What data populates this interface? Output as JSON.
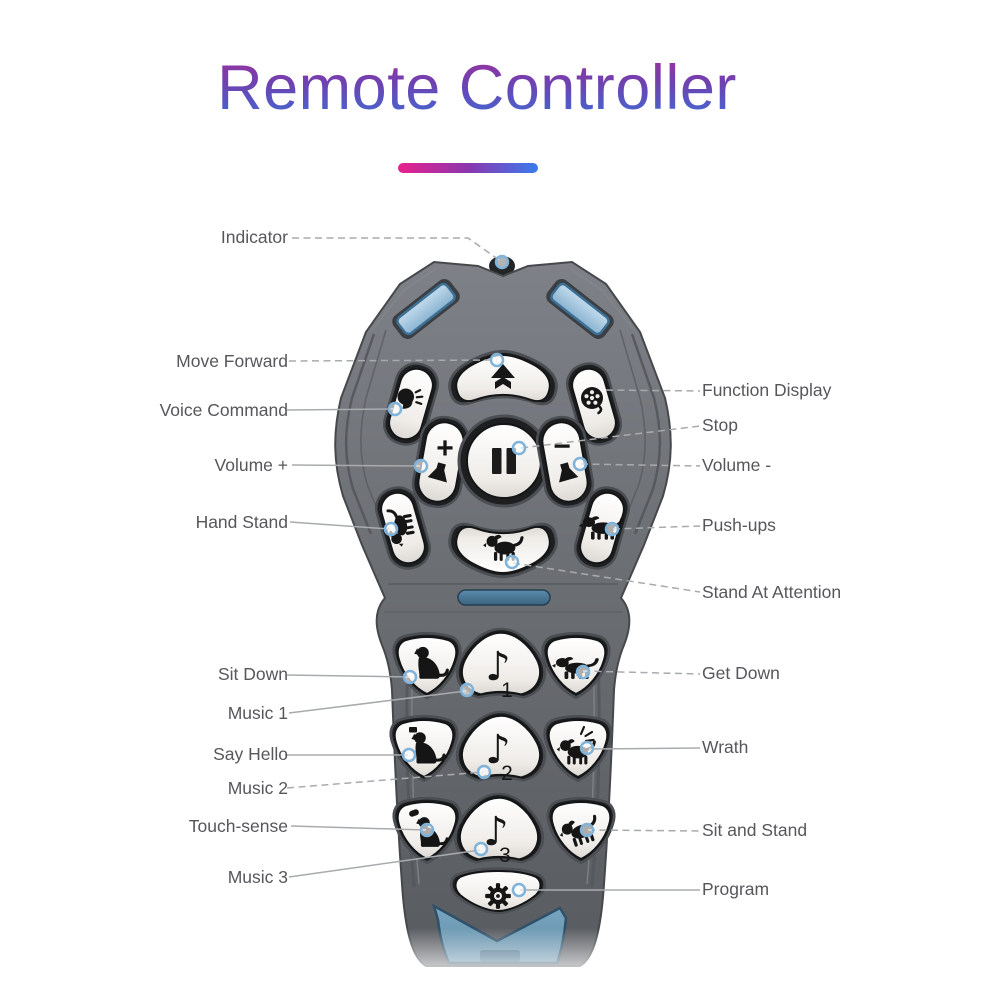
{
  "header": {
    "title": "Remote Controller"
  },
  "callouts": {
    "left": [
      {
        "text": "Indicator"
      },
      {
        "text": "Move Forward"
      },
      {
        "text": "Voice Command"
      },
      {
        "text": "Volume +"
      },
      {
        "text": "Hand Stand"
      },
      {
        "text": "Sit Down"
      },
      {
        "text": "Music 1"
      },
      {
        "text": "Say Hello"
      },
      {
        "text": "Music 2"
      },
      {
        "text": "Touch-sense"
      },
      {
        "text": "Music 3"
      }
    ],
    "right": [
      {
        "text": "Function Display"
      },
      {
        "text": "Stop"
      },
      {
        "text": "Volume -"
      },
      {
        "text": "Push-ups"
      },
      {
        "text": "Stand At Attention"
      },
      {
        "text": "Get Down"
      },
      {
        "text": "Wrath"
      },
      {
        "text": "Sit and Stand"
      },
      {
        "text": "Program"
      }
    ]
  },
  "remote": {
    "glyphs": {
      "volume_plus": "+",
      "volume_minus": "−",
      "music_note": "♪",
      "music1_digit": "1",
      "music2_digit": "2",
      "music3_digit": "3"
    },
    "icons": {
      "indicator": "led-dome",
      "move_forward": "double-up-arrow",
      "voice_command": "talking-head",
      "function_display": "film-reel",
      "volume_plus": "plus-speaker",
      "stop": "pause-bars",
      "volume_minus": "minus-speaker",
      "hand_stand": "dog-handstand",
      "push_ups": "dog-pushup",
      "stand_at_attention": "dog-standing",
      "sit_down": "dog-sitting",
      "music_1": "music-note-1",
      "get_down": "dog-lying",
      "say_hello": "dog-greeting",
      "music_2": "music-note-2",
      "wrath": "dog-angry",
      "touch_sense": "dog-touch-hand",
      "music_3": "music-note-3",
      "sit_and_stand": "dog-rearing",
      "program": "gear"
    },
    "colors": {
      "body_gray": "#6b6e73",
      "panel_blue": "#a9c9e2",
      "waist_pill_blue": "#4a7a9c",
      "chevron_blue": "#6f9dbb",
      "button_face": "#f4f2ef",
      "label_text": "#56575a",
      "title_top": "#a2309a",
      "title_bottom": "#3c6ed8",
      "accent_left": "#e8218d",
      "accent_right": "#3b7ced"
    }
  }
}
